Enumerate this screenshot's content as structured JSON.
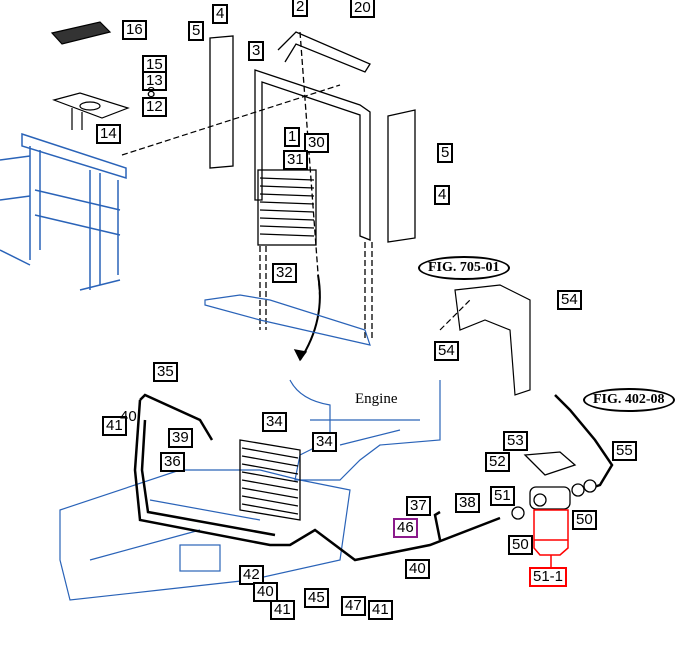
{
  "figure": {
    "engine_label": "Engine",
    "fig_refs": [
      "FIG. 705-01",
      "FIG. 402-08"
    ],
    "callouts": [
      "16",
      "15",
      "13",
      "8",
      "12",
      "14",
      "5",
      "4",
      "2",
      "20",
      "3",
      "1",
      "30",
      "31",
      "5",
      "4",
      "32",
      "54",
      "54",
      "35",
      "41",
      "40",
      "39",
      "34",
      "34",
      "36",
      "53",
      "55",
      "52",
      "51",
      "50",
      "50",
      "37",
      "38",
      "46",
      "42",
      "40",
      "40",
      "45",
      "41",
      "47",
      "41",
      "51-1"
    ],
    "highlighted_part": "51-1",
    "colors": {
      "highlight": "#ff0000",
      "selected_ref": "#8b1a8b",
      "context_parts": "#2a63b8",
      "parts": "#000000"
    }
  }
}
